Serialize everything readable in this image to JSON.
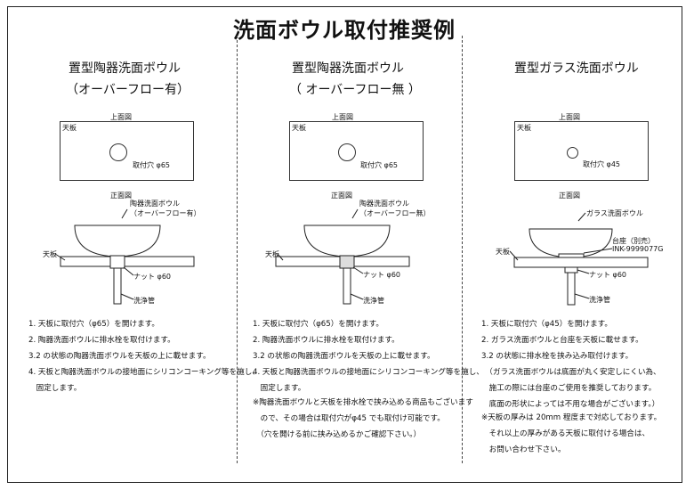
{
  "title": "洗面ボウル取付推奨例",
  "columns": [
    {
      "heading": "置型陶器洗面ボウル",
      "subheading": "（オーバーフロー有）",
      "top_view_label": "上面図",
      "counter_label": "天板",
      "hole_label": "取付穴 φ65",
      "front_view_label": "正面図",
      "bowl_label_1": "陶器洗面ボウル",
      "bowl_label_2": "（オーバーフロー有）",
      "side_counter_label": "天板",
      "nut_label": "ナット φ60",
      "drain_label": "洗浄管",
      "steps": [
        "1. 天板に取付穴（φ65）を開けます。",
        "2. 陶器洗面ボウルに排水栓を取付けます。",
        "3.2 の状態の陶器洗面ボウルを天板の上に載せます。",
        "4. 天板と陶器洗面ボウルの接地面にシリコンコーキング等を施し、",
        "　固定します。"
      ]
    },
    {
      "heading": "置型陶器洗面ボウル",
      "subheading": "（ オーバーフロー無 ）",
      "top_view_label": "上面図",
      "counter_label": "天板",
      "hole_label": "取付穴 φ65",
      "front_view_label": "正面図",
      "bowl_label_1": "陶器洗面ボウル",
      "bowl_label_2": "（オーバーフロー無）",
      "side_counter_label": "天板",
      "nut_label": "ナット φ60",
      "drain_label": "洗浄管",
      "steps": [
        "1. 天板に取付穴（φ65）を開けます。",
        "2. 陶器洗面ボウルに排水栓を取付けます。",
        "3.2 の状態の陶器洗面ボウルを天板の上に載せます。",
        "4. 天板と陶器洗面ボウルの接地面にシリコンコーキング等を施し、",
        "　固定します。"
      ],
      "notes": [
        "※陶器洗面ボウルと天板を排水栓で挟み込める商品もございます",
        "　ので、その場合は取付穴がφ45 でも取付け可能です。",
        "　（穴を開ける前に挟み込めるかご確認下さい。）"
      ]
    },
    {
      "heading": "置型ガラス洗面ボウル",
      "top_view_label": "上面図",
      "counter_label": "天板",
      "hole_label": "取付穴 φ45",
      "front_view_label": "正面図",
      "bowl_label_1": "ガラス洗面ボウル",
      "base_label_1": "台座（別売）",
      "base_label_2": "INK-9999077G",
      "side_counter_label": "天板",
      "nut_label": "ナット φ60",
      "drain_label": "洗浄管",
      "steps": [
        "1. 天板に取付穴（φ45）を開けます。",
        "2. ガラス洗面ボウルと台座を天板に載せます。",
        "3.2 の状態に排水栓を挟み込み取付けます。",
        "　（ガラス洗面ボウルは底面が丸く安定しにくい為、",
        "　施工の際には台座のご使用を推奨しております。",
        "　底面の形状によっては不用な場合がございます。）"
      ],
      "notes": [
        "※天板の厚みは 20mm 程度まで対応しております。",
        "　それ以上の厚みがある天板に取付ける場合は、",
        "　お問い合わせ下さい。"
      ]
    }
  ]
}
